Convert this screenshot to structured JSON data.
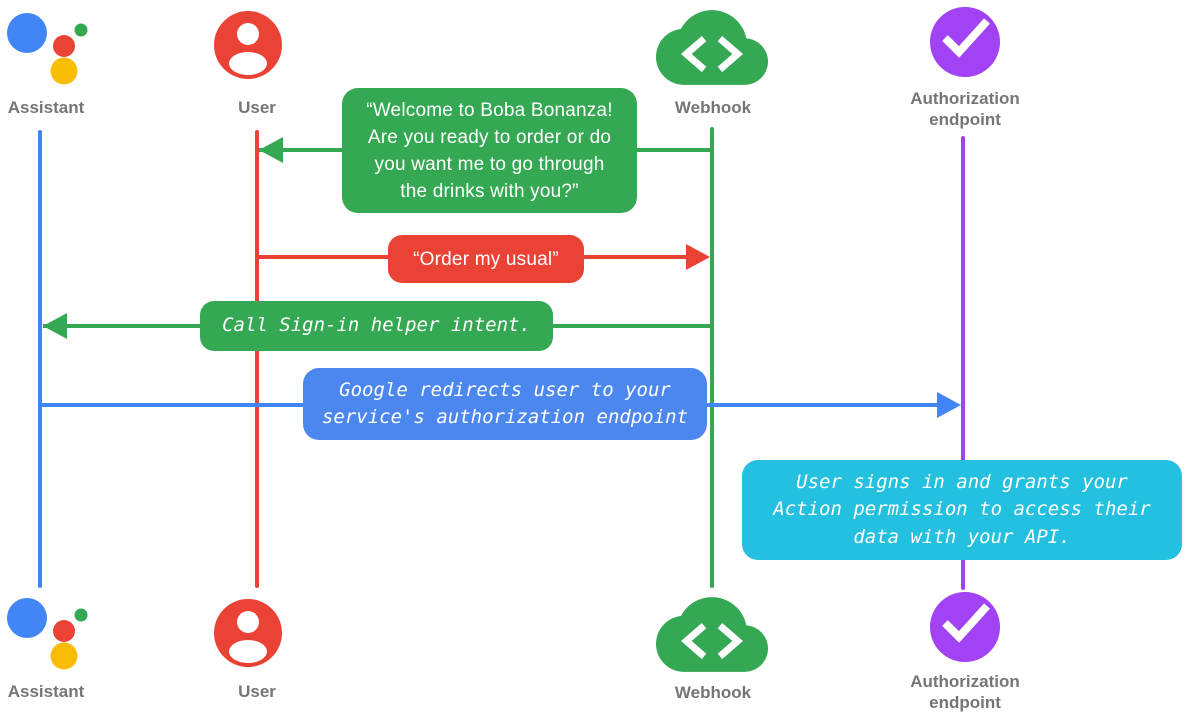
{
  "colors": {
    "assistant_blue": "#4285F4",
    "user_red": "#EA4335",
    "webhook_green": "#34A853",
    "auth_purple": "#A142F4",
    "assistant_yellow": "#FBBC04",
    "note_cyan": "#24C0E0",
    "redirect_bubble_blue": "#4C87F0",
    "label_gray": "#757575",
    "bubble_text": "#ffffff"
  },
  "actors": [
    {
      "id": "assistant",
      "label": "Assistant",
      "icon": "google-assistant-logo"
    },
    {
      "id": "user",
      "label": "User",
      "icon": "person-circle"
    },
    {
      "id": "webhook",
      "label": "Webhook",
      "icon": "code-cloud"
    },
    {
      "id": "auth",
      "label": "Authorization\nendpoint",
      "icon": "checkmark-circle"
    }
  ],
  "messages": [
    {
      "from": "webhook",
      "to": "user",
      "kind": "speech",
      "text": "“Welcome to Boba Bonanza!\nAre you ready to order or do\nyou want me to go through\nthe drinks with you?”"
    },
    {
      "from": "user",
      "to": "webhook",
      "kind": "speech",
      "text": "“Order my usual”"
    },
    {
      "from": "webhook",
      "to": "assistant",
      "kind": "system",
      "text": "Call Sign-in helper intent."
    },
    {
      "from": "assistant",
      "to": "auth",
      "kind": "system",
      "text": "Google redirects user to your\nservice's authorization endpoint"
    },
    {
      "note_on": "auth",
      "kind": "note",
      "text": "User signs in and grants your\nAction permission to access their\ndata with your API."
    }
  ]
}
